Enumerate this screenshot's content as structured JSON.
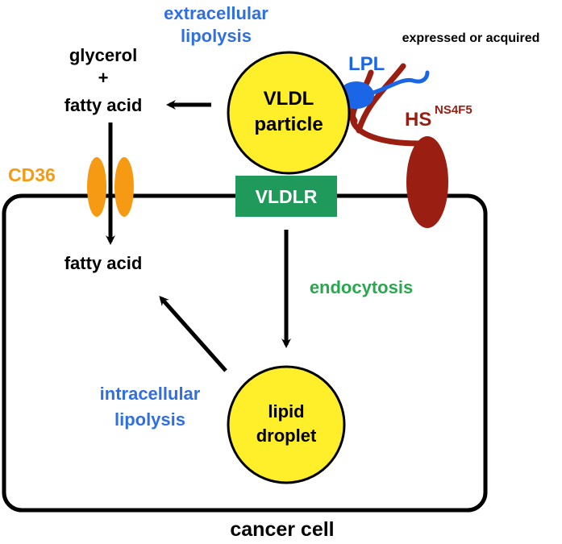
{
  "labels": {
    "extracellular_lipolysis_line1": "extracellular",
    "extracellular_lipolysis_line2": "lipolysis",
    "expressed_or_acquired": "expressed or acquired",
    "glycerol": "glycerol",
    "plus": "+",
    "fatty_acid_outside": "fatty acid",
    "vldl_line1": "VLDL",
    "vldl_line2": "particle",
    "lpl": "LPL",
    "hs": "HS",
    "hs_superscript": "NS4F5",
    "cd36": "CD36",
    "vldlr": "VLDLR",
    "fatty_acid_inside": "fatty acid",
    "endocytosis": "endocytosis",
    "intracellular_lipolysis_line1": "intracellular",
    "intracellular_lipolysis_line2": "lipolysis",
    "lipid_droplet_line1": "lipid",
    "lipid_droplet_line2": "droplet",
    "cancer_cell": "cancer cell"
  },
  "colors": {
    "black": "#000000",
    "lipolysis_blue": "#2f6fe0",
    "lpl_blue": "#1a66e6",
    "hs_red": "#9a1e12",
    "cd36_orange": "#f59a12",
    "vldlr_green": "#1f9a5a",
    "endocytosis_green": "#2aa84f",
    "particle_yellow": "#ffee2a"
  }
}
